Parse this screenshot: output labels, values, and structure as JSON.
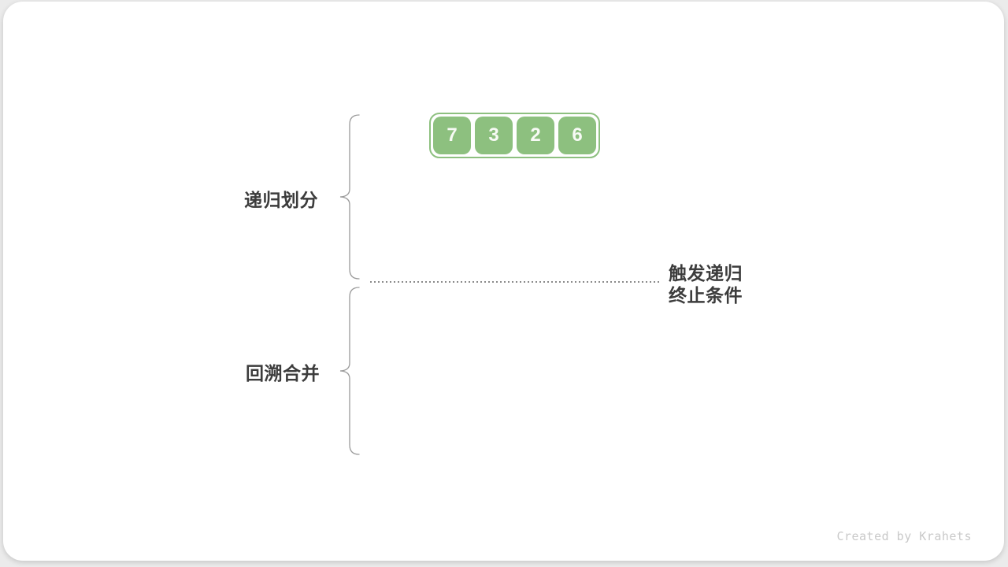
{
  "diagram": {
    "array": {
      "values": [
        "7",
        "3",
        "2",
        "6"
      ]
    },
    "phases": [
      {
        "label": "递归划分"
      },
      {
        "label": "回溯合并"
      }
    ],
    "annotation": {
      "line1": "触发递归",
      "line2": "终止条件"
    },
    "colors": {
      "cell_green": "#8dc07f",
      "brace_gray": "#9a9a9a",
      "text_dark": "#3c3c3c",
      "watermark_gray": "#c9c9c9"
    }
  },
  "footer": {
    "watermark": "Created by Krahets"
  }
}
